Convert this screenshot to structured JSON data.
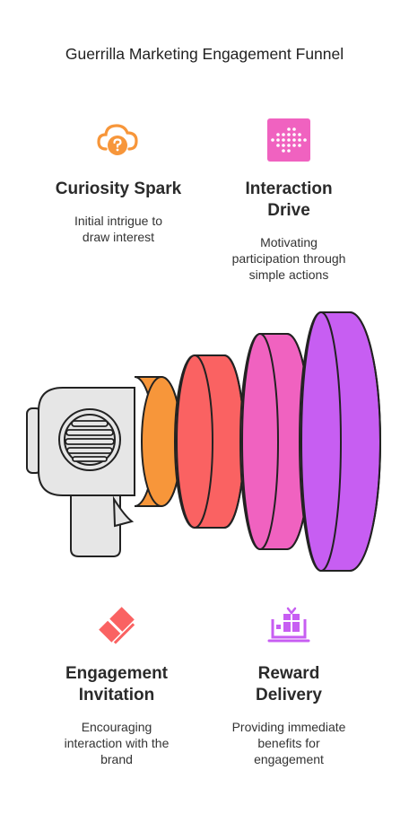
{
  "title": "Guerrilla Marketing Engagement Funnel",
  "cards": [
    {
      "heading": "Curiosity Spark",
      "description": "Initial intrigue to draw interest",
      "icon": "cloud-question-icon",
      "color": "#f7963a"
    },
    {
      "heading": "Interaction Drive",
      "description": "Motivating participation through simple actions",
      "icon": "dots-grid-icon",
      "color": "#f062c0"
    },
    {
      "heading": "Engagement Invitation",
      "description": "Encouraging interaction with the brand",
      "icon": "ticket-icon",
      "color": "#fa6262"
    },
    {
      "heading": "Reward Delivery",
      "description": "Providing immediate benefits for engagement",
      "icon": "gift-laptop-icon",
      "color": "#c75ef2"
    }
  ],
  "rings": [
    {
      "stage": "Curiosity Spark",
      "color": "#f7963a"
    },
    {
      "stage": "Engagement Invitation",
      "color": "#fa6262"
    },
    {
      "stage": "Interaction Drive",
      "color": "#f062c0"
    },
    {
      "stage": "Reward Delivery",
      "color": "#c75ef2"
    }
  ]
}
